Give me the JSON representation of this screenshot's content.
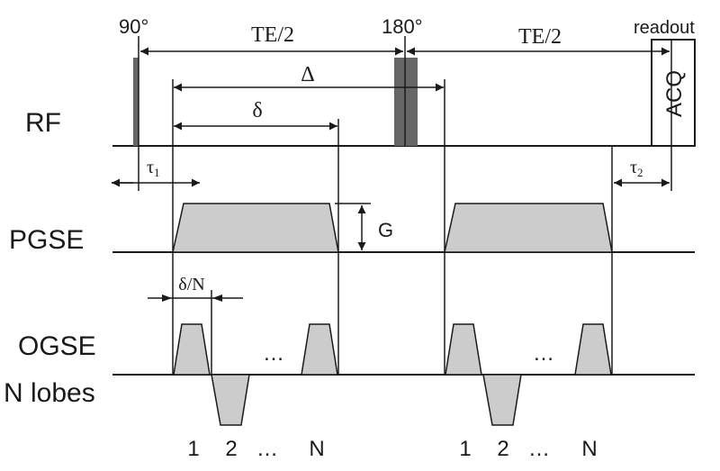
{
  "labels": {
    "rf_row": "RF",
    "pgse_row": "PGSE",
    "ogse_row_line1": "OGSE",
    "ogse_row_line2": "N lobes",
    "pulse_90": "90°",
    "pulse_180": "180°",
    "readout": "readout",
    "acq": "ACQ",
    "te_half_1": "TE/2",
    "te_half_2": "TE/2",
    "big_delta": "Δ",
    "small_delta": "δ",
    "tau1_base": "τ",
    "tau1_sub": "1",
    "tau2_base": "τ",
    "tau2_sub": "2",
    "gradient_amp": "G",
    "delta_over_n": "δ/N",
    "ellipsis": "…",
    "lobe_1": "1",
    "lobe_2": "2",
    "lobe_n": "N"
  },
  "colors": {
    "line": "#1a1a1a",
    "pulse_fill": "#666666",
    "lobe_fill": "#cccccc",
    "background": "#ffffff"
  }
}
